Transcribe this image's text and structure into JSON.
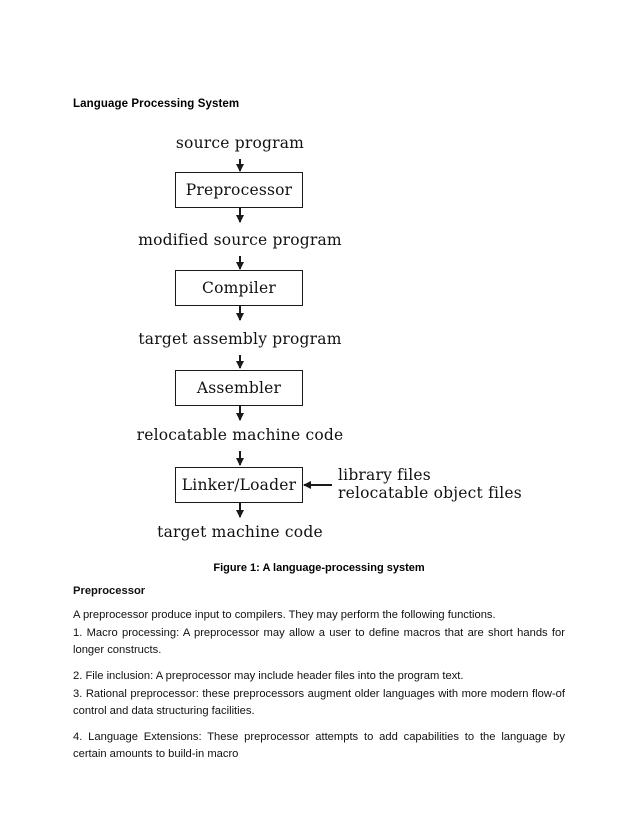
{
  "document": {
    "heading": "Language Processing System",
    "figure_caption": "Figure 1: A language-processing system"
  },
  "figure": {
    "labels": {
      "source_program": "source program",
      "modified_source_program": "modified source program",
      "target_assembly_program": "target assembly program",
      "relocatable_machine_code": "relocatable machine code",
      "target_machine_code": "target machine code"
    },
    "boxes": {
      "preprocessor": "Preprocessor",
      "compiler": "Compiler",
      "assembler": "Assembler",
      "linker_loader": "Linker/Loader"
    },
    "side_inputs": {
      "line1": "library files",
      "line2": "relocatable object files"
    }
  },
  "content": {
    "section_heading": "Preprocessor",
    "intro": "A preprocessor produce input to compilers. They may perform the following functions.",
    "items": [
      "1. Macro processing: A preprocessor may allow a user to define macros that are short hands for longer constructs.",
      "2. File inclusion: A preprocessor may include header files into the program text.",
      "3. Rational preprocessor: these preprocessors augment older languages with more modern flow-of control and data structuring facilities.",
      "4. Language Extensions: These preprocessor attempts to add capabilities to the language by certain amounts to build-in macro"
    ]
  },
  "colors": {
    "page_background": "#ffffff",
    "text": "#111111",
    "stroke": "#1a1a1a"
  }
}
